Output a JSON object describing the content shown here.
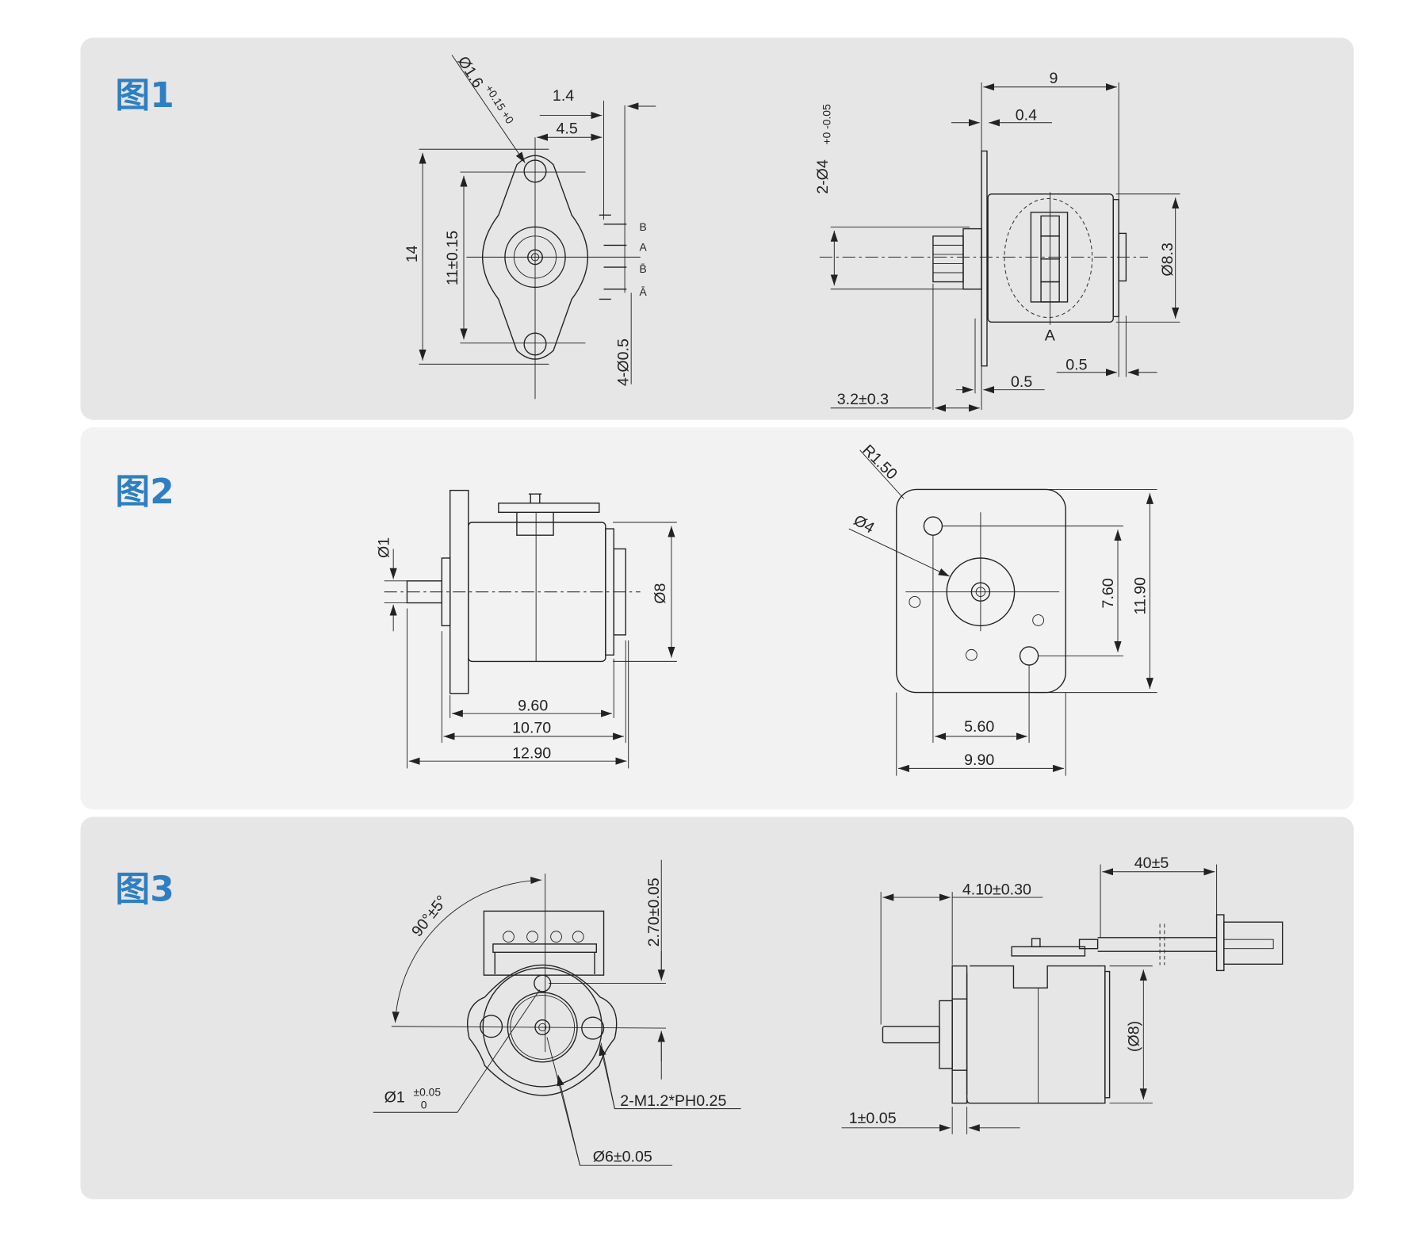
{
  "colors": {
    "title": "#2e7fc1",
    "panel_dark": "#e6e6e6",
    "panel_light": "#f2f2f2",
    "line": "#222222"
  },
  "figures": [
    {
      "title": "图1",
      "labels": {
        "hole": "Ø1.6",
        "hole_tol": "+0.15 +0",
        "d14": "14",
        "d11": "11±0.15",
        "d1_4": "1.4",
        "d4_5": "4.5",
        "pin_b": "B",
        "pin_a": "A",
        "pin_bbar": "B̄",
        "pin_abar": "Ā",
        "pins": "4-Ø0.5",
        "d9": "9",
        "d0_4": "0.4",
        "shaft": "2-Ø4",
        "shaft_tol": "+0 -0.05",
        "d8_3": "Ø8.3",
        "view_a": "A",
        "d0_5a": "0.5",
        "d0_5b": "0.5",
        "d3_2": "3.2±0.3"
      }
    },
    {
      "title": "图2",
      "labels": {
        "d1": "Ø1",
        "d8": "Ø8",
        "d9_60": "9.60",
        "d10_70": "10.70",
        "d12_90": "12.90",
        "r1_50": "R1.50",
        "d4": "Ø4",
        "d7_60": "7.60",
        "d11_90": "11.90",
        "d5_60": "5.60",
        "d9_90": "9.90"
      }
    },
    {
      "title": "图3",
      "labels": {
        "angle": "90°±5°",
        "d2_70": "2.70±0.05",
        "d1": "Ø1",
        "d1_tol_top": "±0.05",
        "d1_tol_bot": "0",
        "thread": "2-M1.2*PH0.25",
        "d6": "Ø6±0.05",
        "d4_10": "4.10±0.30",
        "d40": "40±5",
        "d8": "(Ø8)",
        "d1_05": "1±0.05"
      }
    }
  ]
}
